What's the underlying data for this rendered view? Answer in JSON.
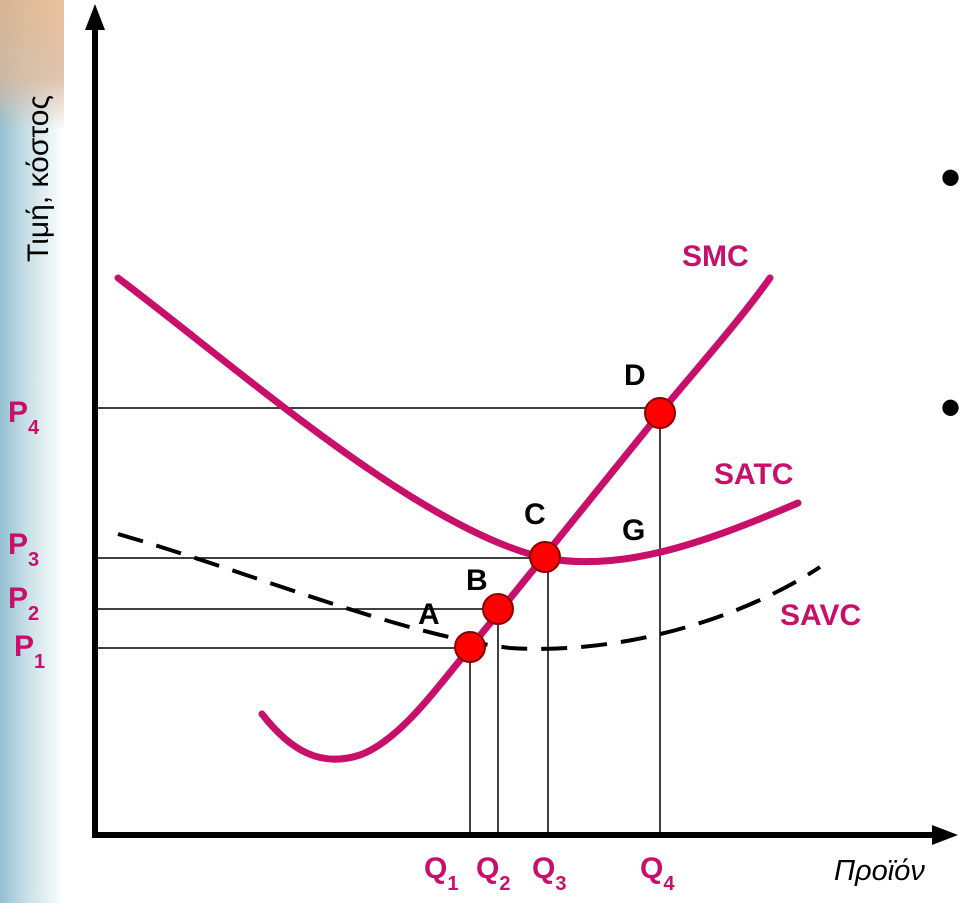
{
  "axes": {
    "y_label": "Τιμή, κόστος",
    "x_label": "Προϊόν"
  },
  "curves": {
    "smc": "SMC",
    "satc": "SATC",
    "savc": "SAVC"
  },
  "points": {
    "a": "A",
    "b": "B",
    "c": "C",
    "d": "D",
    "g": "G"
  },
  "prices": [
    {
      "main": "P",
      "sub": "4"
    },
    {
      "main": "P",
      "sub": "3"
    },
    {
      "main": "P",
      "sub": "2"
    },
    {
      "main": "P",
      "sub": "1"
    }
  ],
  "quantities": [
    {
      "main": "Q",
      "sub": "1"
    },
    {
      "main": "Q",
      "sub": "2"
    },
    {
      "main": "Q",
      "sub": "3"
    },
    {
      "main": "Q",
      "sub": "4"
    }
  ],
  "bullets": [
    "•",
    "•"
  ],
  "colors": {
    "curve": "#C8106A",
    "point": "#FF0000",
    "axis": "#000000"
  }
}
